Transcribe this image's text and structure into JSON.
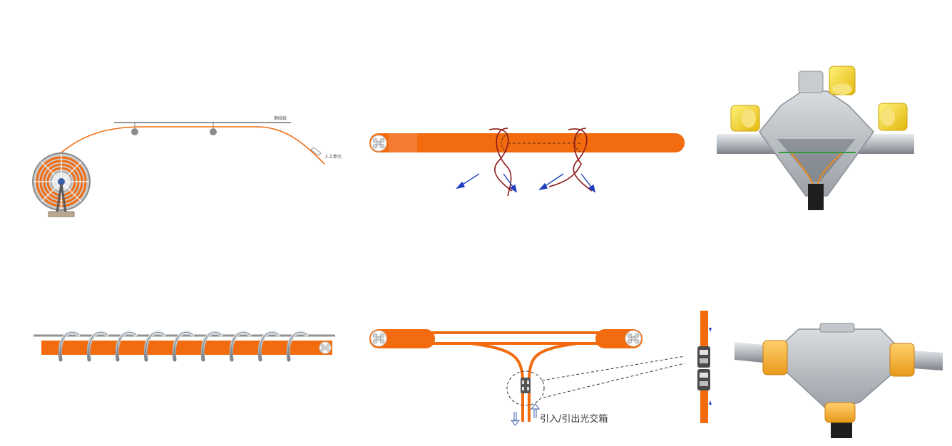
{
  "panel_cable_reel": {
    "steel_strand_label": "钢绞线",
    "manual_pull_label": "人工牵引"
  },
  "panel_branch": {
    "caption": "引入/引出光交箱"
  },
  "colors": {
    "cable_orange": "#f26b0f",
    "steel_grey": "#9ea3a8",
    "arrow_blue": "#1f3fbf",
    "wire_red": "#8b1a1a",
    "cap_yellow": "#f0d21a"
  }
}
